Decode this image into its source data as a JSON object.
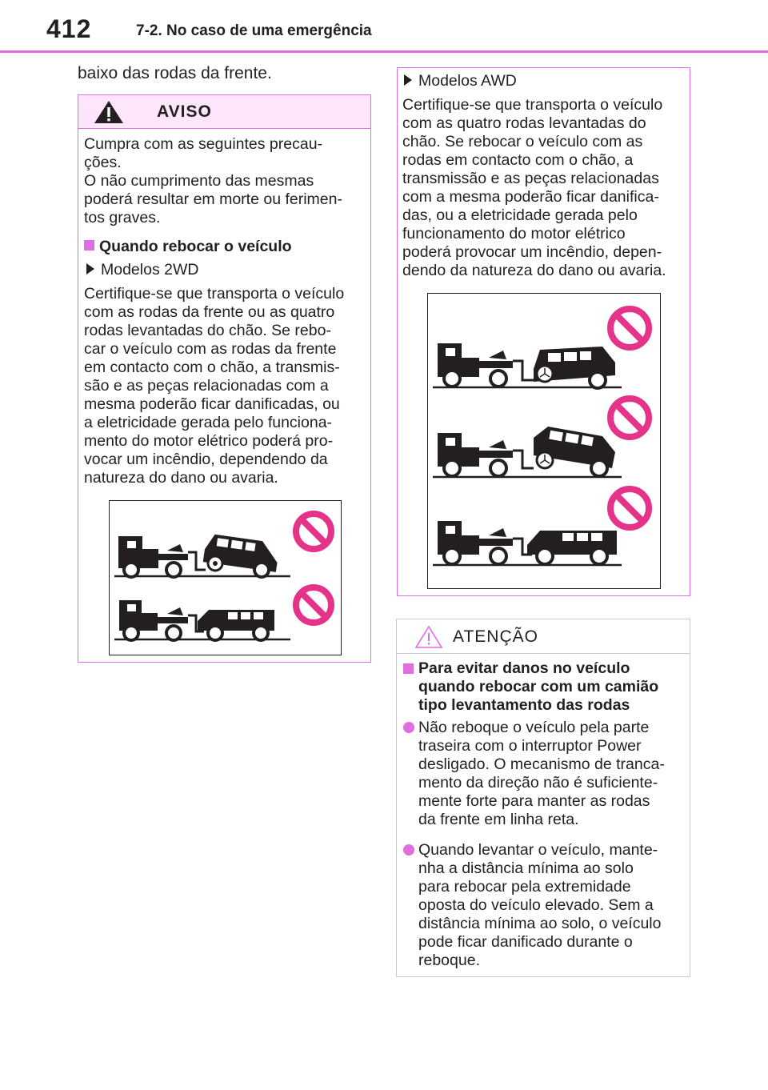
{
  "header": {
    "page_number": "412",
    "section_title": "7-2. No caso de uma emergência"
  },
  "lead_text": "baixo das rodas da frente.",
  "aviso": {
    "title": "AVISO",
    "intro": [
      "Cumpra com as seguintes precau-",
      "ções.",
      "O não cumprimento das mesmas",
      "poderá resultar em morte ou ferimen-",
      "tos graves."
    ],
    "subheading": "Quando rebocar o veículo",
    "model_label": "Modelos 2WD",
    "body": [
      "Certifique-se que transporta o veículo",
      "com as rodas da frente ou as quatro",
      "rodas levantadas do chão. Se rebo-",
      "car o veículo com as rodas da frente",
      "em contacto com o chão, a transmis-",
      "são e as peças relacionadas com a",
      "mesma poderão ficar danificadas, ou",
      "a eletricidade gerada pelo funciona-",
      "mento do motor elétrico poderá pro-",
      "vocar um incêndio, dependendo da",
      "natureza do dano ou avaria."
    ]
  },
  "awd": {
    "model_label": "Modelos AWD",
    "body": [
      "Certifique-se que transporta o veículo",
      "com as quatro rodas levantadas do",
      "chão. Se rebocar o veículo com as",
      "rodas em contacto com o chão, a",
      "transmissão e as peças relacionadas",
      "com a mesma poderão ficar danifica-",
      "das, ou a eletricidade gerada pelo",
      "funcionamento do motor elétrico",
      "poderá provocar um incêndio, depen-",
      "dendo da natureza do dano ou avaria."
    ]
  },
  "atencao": {
    "title": "ATENÇÃO",
    "subheading": [
      "Para evitar danos no veículo",
      "quando rebocar com um camião",
      "tipo levantamento das rodas"
    ],
    "bullet1": [
      "Não reboque o veículo pela parte",
      "traseira com o interruptor Power",
      "desligado. O mecanismo de tranca-",
      "mento da direção não é suficiente-",
      "mente forte para manter as rodas",
      "da frente em linha reta."
    ],
    "bullet2": [
      "Quando levantar o veículo, mante-",
      "nha a distância mínima ao solo",
      "para rebocar pela extremidade",
      "oposta do veículo elevado. Sem a",
      "distância mínima ao solo, o veículo",
      "pode ficar danificado durante o",
      "reboque."
    ]
  },
  "colors": {
    "accent": "#e06ee0",
    "accent_light": "#fde6fb",
    "text": "#231f20",
    "prohibition": "#e5338a"
  },
  "icons": [
    "warning-triangle-icon",
    "caution-triangle-icon",
    "prohibition-icon",
    "tow-truck-icon",
    "suv-icon",
    "steering-wheel-icon"
  ]
}
